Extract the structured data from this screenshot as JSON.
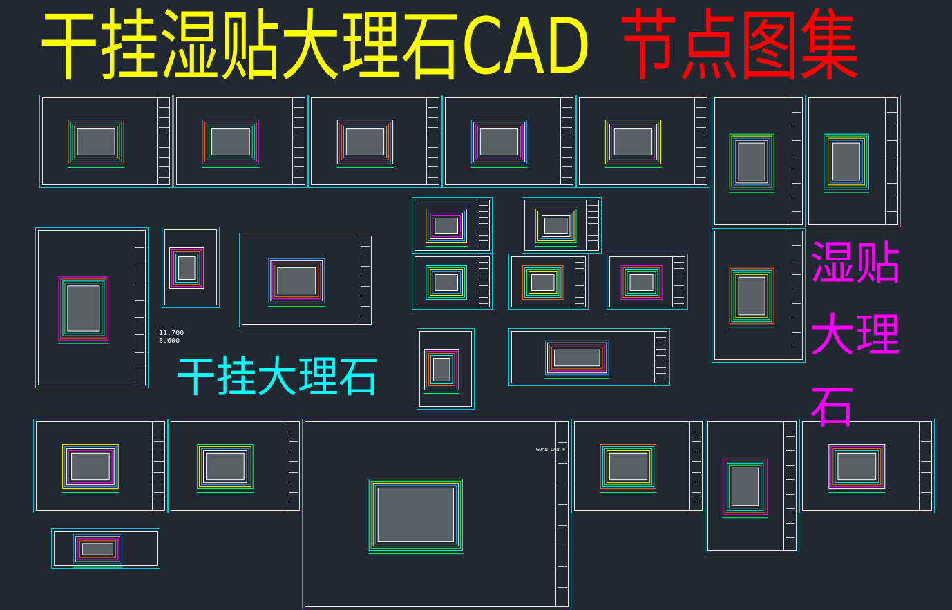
{
  "title": {
    "main": "干挂湿贴大理石CAD",
    "accent": "节点图集"
  },
  "labels": {
    "dry_hang": "干挂大理石",
    "wet_paste": [
      "湿贴",
      "大理",
      "石"
    ]
  },
  "levels": [
    "11.700",
    "8.600"
  ],
  "brand": "GUAN LAN ®",
  "colors": {
    "background": "#222831",
    "title_main": "#ffff00",
    "title_accent": "#ff0000",
    "dry_hang_label": "#00ffff",
    "wet_paste_label": "#ff00ff",
    "sheet_border": "#00c8d8"
  },
  "sheets": [
    {
      "name": "sheet-1"
    },
    {
      "name": "sheet-2"
    },
    {
      "name": "sheet-3"
    },
    {
      "name": "sheet-4"
    },
    {
      "name": "sheet-5"
    },
    {
      "name": "sheet-6"
    },
    {
      "name": "sheet-7"
    },
    {
      "name": "sheet-8"
    },
    {
      "name": "sheet-9"
    },
    {
      "name": "sheet-10"
    },
    {
      "name": "sheet-11"
    },
    {
      "name": "sheet-12"
    },
    {
      "name": "sheet-13"
    },
    {
      "name": "sheet-14"
    },
    {
      "name": "sheet-15"
    },
    {
      "name": "sheet-16"
    },
    {
      "name": "sheet-17"
    },
    {
      "name": "sheet-18"
    },
    {
      "name": "sheet-19"
    },
    {
      "name": "sheet-20"
    },
    {
      "name": "sheet-21"
    },
    {
      "name": "sheet-22"
    },
    {
      "name": "sheet-23"
    },
    {
      "name": "sheet-24"
    },
    {
      "name": "sheet-25"
    },
    {
      "name": "sheet-26"
    },
    {
      "name": "sheet-27"
    }
  ]
}
